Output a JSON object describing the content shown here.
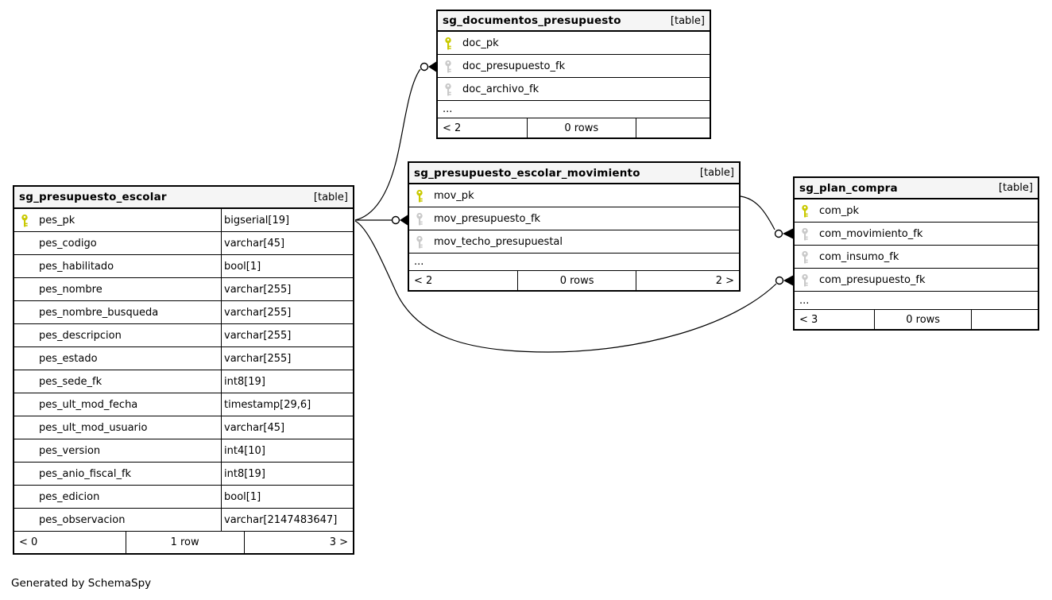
{
  "generator_note": "Generated by SchemaSpy",
  "colors": {
    "pk_key": "#c9c900",
    "fk_key": "#c9c9c9",
    "header_bg": "#f5f5f5",
    "line": "#000000"
  },
  "tables": [
    {
      "title": "sg_documentos_presupuesto",
      "tag": "[table]",
      "columns": [
        {
          "name": "doc_pk",
          "key": "pk"
        },
        {
          "name": "doc_presupuesto_fk",
          "key": "fk"
        },
        {
          "name": "doc_archivo_fk",
          "key": "fk"
        },
        {
          "name": "..."
        }
      ],
      "pager": {
        "left": "< 2",
        "center": "0 rows",
        "right": ""
      }
    },
    {
      "title": "sg_presupuesto_escolar",
      "tag": "[table]",
      "columns": [
        {
          "name": "pes_pk",
          "type": "bigserial[19]",
          "key": "pk"
        },
        {
          "name": "pes_codigo",
          "type": "varchar[45]"
        },
        {
          "name": "pes_habilitado",
          "type": "bool[1]"
        },
        {
          "name": "pes_nombre",
          "type": "varchar[255]"
        },
        {
          "name": "pes_nombre_busqueda",
          "type": "varchar[255]"
        },
        {
          "name": "pes_descripcion",
          "type": "varchar[255]"
        },
        {
          "name": "pes_estado",
          "type": "varchar[255]"
        },
        {
          "name": "pes_sede_fk",
          "type": "int8[19]"
        },
        {
          "name": "pes_ult_mod_fecha",
          "type": "timestamp[29,6]"
        },
        {
          "name": "pes_ult_mod_usuario",
          "type": "varchar[45]"
        },
        {
          "name": "pes_version",
          "type": "int4[10]"
        },
        {
          "name": "pes_anio_fiscal_fk",
          "type": "int8[19]"
        },
        {
          "name": "pes_edicion",
          "type": "bool[1]"
        },
        {
          "name": "pes_observacion",
          "type": "varchar[2147483647]"
        }
      ],
      "pager": {
        "left": "< 0",
        "center": "1 row",
        "right": "3 >"
      }
    },
    {
      "title": "sg_presupuesto_escolar_movimiento",
      "tag": "[table]",
      "columns": [
        {
          "name": "mov_pk",
          "key": "pk"
        },
        {
          "name": "mov_presupuesto_fk",
          "key": "fk"
        },
        {
          "name": "mov_techo_presupuestal",
          "key": "fk"
        },
        {
          "name": "..."
        }
      ],
      "pager": {
        "left": "< 2",
        "center": "0 rows",
        "right": "2 >"
      }
    },
    {
      "title": "sg_plan_compra",
      "tag": "[table]",
      "columns": [
        {
          "name": "com_pk",
          "key": "pk"
        },
        {
          "name": "com_movimiento_fk",
          "key": "fk"
        },
        {
          "name": "com_insumo_fk",
          "key": "fk"
        },
        {
          "name": "com_presupuesto_fk",
          "key": "fk"
        },
        {
          "name": "..."
        }
      ],
      "pager": {
        "left": "< 3",
        "center": "0 rows",
        "right": ""
      }
    }
  ],
  "relationships": [
    {
      "from": "sg_presupuesto_escolar.pes_pk",
      "to": "sg_documentos_presupuesto.doc_presupuesto_fk"
    },
    {
      "from": "sg_presupuesto_escolar.pes_pk",
      "to": "sg_presupuesto_escolar_movimiento.mov_presupuesto_fk"
    },
    {
      "from": "sg_presupuesto_escolar.pes_pk",
      "to": "sg_plan_compra.com_presupuesto_fk"
    },
    {
      "from": "sg_presupuesto_escolar_movimiento.mov_pk",
      "to": "sg_plan_compra.com_movimiento_fk"
    }
  ]
}
